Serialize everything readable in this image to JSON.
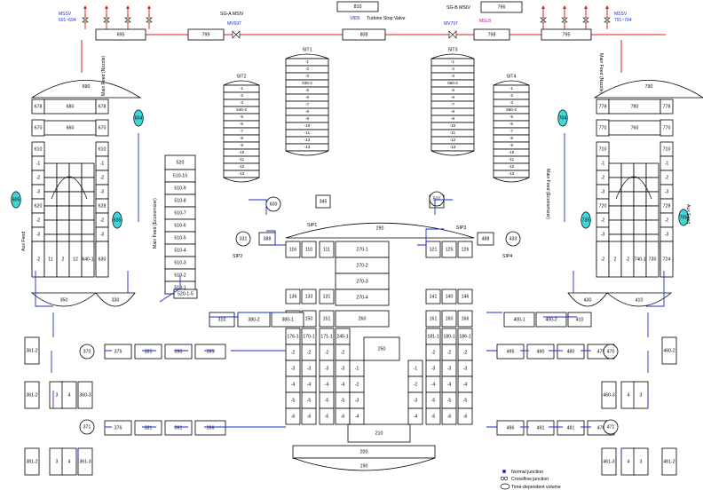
{
  "labels": {
    "mssv_left": "MSSV",
    "mssv_left_range": "691~694",
    "mssv_right": "MSSV",
    "mssv_right_range": "791~794",
    "sga_msiv": "SG-A MSIV",
    "mv697": "MV697",
    "sgb_msiv": "SG-B MSIV",
    "mv797": "MV797",
    "msls": "MSL8",
    "v805": "V805",
    "turbine_stop_valve": "Turbine Stop Valve",
    "aux_feed_left": "Aux Feed",
    "aux_feed_right": "Aux Feed",
    "main_feed_nozzle_left": "Main Feed (Nozzle)",
    "main_feed_nozzle_right": "Main Feed (Nozzle)",
    "main_feed_economizer_left": "Main Feed (Economizer)",
    "main_feed_economizer_right": "Main Feed (Economizer)"
  },
  "legend": {
    "normal_junction": "Normal junction",
    "crossflow_junction": "Crossflow junction",
    "time_dependent_volume": "Time-dependent volume"
  },
  "volumes": [
    {
      "id": "810",
      "label": "810"
    },
    {
      "id": "695",
      "label": "695"
    },
    {
      "id": "799",
      "label": "799"
    },
    {
      "id": "808",
      "label": "808"
    },
    {
      "id": "796",
      "label": "796",
      "highlight": "magenta"
    },
    {
      "id": "798",
      "label": "798"
    },
    {
      "id": "795",
      "label": "795"
    },
    {
      "id": "678",
      "label": "678"
    },
    {
      "id": "680",
      "label": "680"
    },
    {
      "id": "678b",
      "label": "678"
    },
    {
      "id": "670",
      "label": "670"
    },
    {
      "id": "660",
      "label": "660"
    },
    {
      "id": "670b",
      "label": "670"
    },
    {
      "id": "778",
      "label": "778"
    },
    {
      "id": "780",
      "label": "780"
    },
    {
      "id": "778b",
      "label": "778"
    },
    {
      "id": "770",
      "label": "770"
    },
    {
      "id": "760",
      "label": "760"
    },
    {
      "id": "770b",
      "label": "770"
    },
    {
      "id": "520",
      "label": "520"
    },
    {
      "id": "510-10",
      "label": "510-10"
    },
    {
      "id": "510-9",
      "label": "510-9"
    },
    {
      "id": "510-8",
      "label": "510-8"
    },
    {
      "id": "510-7",
      "label": "510-7"
    },
    {
      "id": "510-6",
      "label": "510-6"
    },
    {
      "id": "510-5",
      "label": "510-5"
    },
    {
      "id": "510-4",
      "label": "510-4"
    },
    {
      "id": "510-3",
      "label": "510-3"
    },
    {
      "id": "510-2",
      "label": "510-2"
    },
    {
      "id": "510-1",
      "label": "510-1"
    },
    {
      "id": "116",
      "label": "116"
    },
    {
      "id": "110",
      "label": "110"
    },
    {
      "id": "111",
      "label": "111"
    },
    {
      "id": "270-1",
      "label": "270-1"
    },
    {
      "id": "270-2",
      "label": "270-2"
    },
    {
      "id": "270-3",
      "label": "270-3"
    },
    {
      "id": "270-4",
      "label": "270-4"
    },
    {
      "id": "121",
      "label": "121"
    },
    {
      "id": "125",
      "label": "125"
    },
    {
      "id": "126",
      "label": "126"
    },
    {
      "id": "136",
      "label": "136"
    },
    {
      "id": "133",
      "label": "133"
    },
    {
      "id": "131",
      "label": "131"
    },
    {
      "id": "141",
      "label": "141"
    },
    {
      "id": "140",
      "label": "140"
    },
    {
      "id": "146",
      "label": "146"
    },
    {
      "id": "156",
      "label": "156"
    },
    {
      "id": "150",
      "label": "150"
    },
    {
      "id": "151",
      "label": "151"
    },
    {
      "id": "260",
      "label": "260"
    },
    {
      "id": "161",
      "label": "161"
    },
    {
      "id": "160",
      "label": "160"
    },
    {
      "id": "166",
      "label": "166"
    },
    {
      "id": "250",
      "label": "250"
    },
    {
      "id": "210",
      "label": "210"
    },
    {
      "id": "200",
      "label": "200"
    },
    {
      "id": "310",
      "label": "310"
    },
    {
      "id": "380-2",
      "label": "380-2"
    },
    {
      "id": "380-1",
      "label": "380-1"
    },
    {
      "id": "375",
      "label": "375"
    },
    {
      "id": "385",
      "label": "385"
    },
    {
      "id": "390",
      "label": "390"
    },
    {
      "id": "395",
      "label": "395"
    },
    {
      "id": "376",
      "label": "376"
    },
    {
      "id": "381",
      "label": "381"
    },
    {
      "id": "391",
      "label": "391"
    },
    {
      "id": "396",
      "label": "396"
    },
    {
      "id": "400-1",
      "label": "400-1"
    },
    {
      "id": "400-2",
      "label": "400-2"
    },
    {
      "id": "410",
      "label": "410"
    },
    {
      "id": "495",
      "label": "495"
    },
    {
      "id": "490",
      "label": "490"
    },
    {
      "id": "480",
      "label": "480"
    },
    {
      "id": "475",
      "label": "475"
    },
    {
      "id": "496",
      "label": "496"
    },
    {
      "id": "491",
      "label": "491"
    },
    {
      "id": "481",
      "label": "481"
    },
    {
      "id": "476",
      "label": "476"
    },
    {
      "id": "388",
      "label": "388"
    },
    {
      "id": "488",
      "label": "488"
    },
    {
      "id": "345",
      "label": "345"
    },
    {
      "id": "495s",
      "label": "495"
    },
    {
      "id": "620-1-5",
      "label": "520-1-5"
    }
  ],
  "domes": [
    {
      "id": "690",
      "label": "690"
    },
    {
      "id": "790",
      "label": "790"
    },
    {
      "id": "290",
      "label": "290"
    },
    {
      "id": "190",
      "label": "190"
    }
  ],
  "pumps": [
    {
      "id": "370",
      "label": "370"
    },
    {
      "id": "371",
      "label": "371"
    },
    {
      "id": "470",
      "label": "470"
    },
    {
      "id": "471",
      "label": "471"
    },
    {
      "id": "331",
      "label": "331"
    },
    {
      "id": "433",
      "label": "433"
    },
    {
      "id": "600",
      "label": "600"
    },
    {
      "id": "501",
      "label": "501"
    },
    {
      "id": "604",
      "label": "604",
      "cyan": true
    },
    {
      "id": "605",
      "label": "605",
      "cyan": true
    },
    {
      "id": "635",
      "label": "635",
      "cyan": true
    },
    {
      "id": "704",
      "label": "704",
      "cyan": true
    },
    {
      "id": "705",
      "label": "705",
      "cyan": true
    },
    {
      "id": "735",
      "label": "735",
      "cyan": true
    }
  ],
  "sits": [
    {
      "id": "SIT2",
      "label": "SIT2",
      "segments": [
        "-1",
        "-2",
        "-3",
        "540-4",
        "-5",
        "-6",
        "-7",
        "-8",
        "-9",
        "-10",
        "-11",
        "-12",
        "-13"
      ]
    },
    {
      "id": "SIT1",
      "label": "SIT1",
      "segments": [
        "-1",
        "-2",
        "-3",
        "530-4",
        "-5",
        "-6",
        "-7",
        "-8",
        "-9",
        "-10",
        "-11",
        "-12",
        "-13"
      ]
    },
    {
      "id": "SIT3",
      "label": "SIT3",
      "segments": [
        "-1",
        "-2",
        "-3",
        "550-4",
        "-5",
        "-6",
        "-7",
        "-8",
        "-9",
        "-10",
        "-11",
        "-12",
        "-13"
      ]
    },
    {
      "id": "SIT4",
      "label": "SIT4",
      "segments": [
        "-1",
        "-2",
        "-3",
        "560-4",
        "-5",
        "-6",
        "-7",
        "-8",
        "-9",
        "-10",
        "-11",
        "-12",
        "-13"
      ]
    }
  ],
  "sip_labels": [
    "SIP1",
    "SIP2",
    "SIP3",
    "SIP4"
  ]
}
